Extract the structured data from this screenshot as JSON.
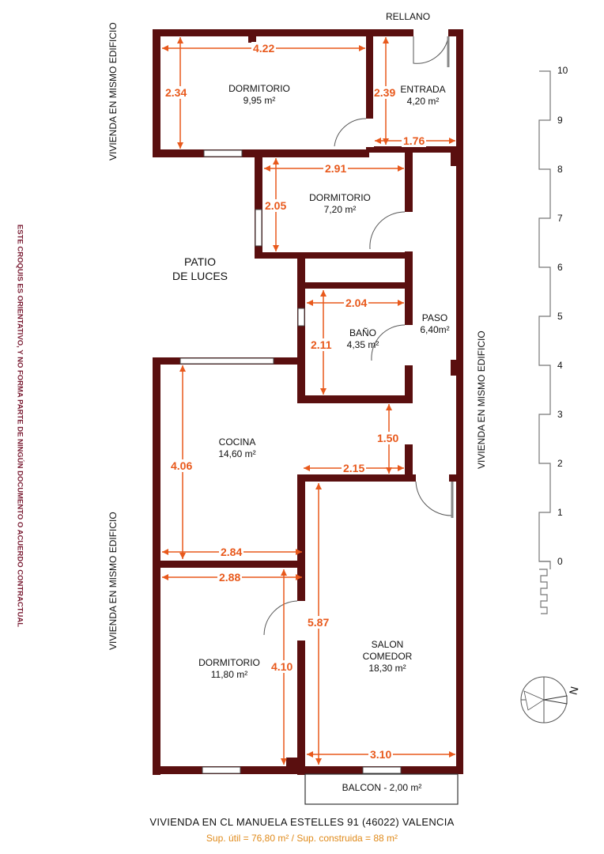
{
  "colors": {
    "wall": "#5a0f0f",
    "dimension": "#e8591c",
    "disclaimer": "#7a1d34",
    "footer_sub": "#e08a1a"
  },
  "labels": {
    "rellano": "RELLANO",
    "dorm1_name": "DORMITORIO",
    "dorm1_area": "9,95 m²",
    "entrada_name": "ENTRADA",
    "entrada_area": "4,20 m²",
    "dorm2_name": "DORMITORIO",
    "dorm2_area": "7,20 m²",
    "patio_line1": "PATIO",
    "patio_line2": "DE LUCES",
    "paso_name": "PASO",
    "paso_area": "6,40m²",
    "bano_name": "BAÑO",
    "bano_area": "4,35 m²",
    "cocina_name": "COCINA",
    "cocina_area": "14,60 m²",
    "dorm3_name": "DORMITORIO",
    "dorm3_area": "11,80 m²",
    "salon_line1": "SALON",
    "salon_line2": "COMEDOR",
    "salon_area": "18,30 m²",
    "balcon": "BALCON - 2,00 m²",
    "vecino_top_left": "VIVIENDA EN MISMO EDIFICIO",
    "vecino_bottom_left": "VIVIENDA EN MISMO EDIFICIO",
    "vecino_right": "VIVIENDA EN MISMO EDIFICIO",
    "disclaimer": "ESTE CROQUIS ES ORIENTATIVO, Y NO FORMA PARTE DE NINGÚN DOCUMENTO O ACUERDO CONTRACTUAL",
    "compass_n": "N"
  },
  "dimensions": {
    "dorm1_w": "4.22",
    "dorm1_h": "2.34",
    "entrada_h": "2.39",
    "entrada_w": "1.76",
    "dorm2_w": "2.91",
    "dorm2_h": "2.05",
    "bano_w": "2.04",
    "bano_h": "2.11",
    "paso_w": "1.50",
    "cocina_h": "4.06",
    "cocina_w": "2.84",
    "pasillo_w": "2.15",
    "dorm3_w": "2.88",
    "dorm3_h": "4.10",
    "salon_h": "5.87",
    "salon_w": "3.10"
  },
  "scale": {
    "ticks": [
      "10",
      "9",
      "8",
      "7",
      "6",
      "5",
      "4",
      "3",
      "2",
      "1",
      "0"
    ]
  },
  "footer": {
    "title": "VIVIENDA EN CL MANUELA ESTELLES 91 (46022) VALENCIA",
    "subtitle": "Sup. útil = 76,80 m² / Sup. construida = 88 m²"
  }
}
